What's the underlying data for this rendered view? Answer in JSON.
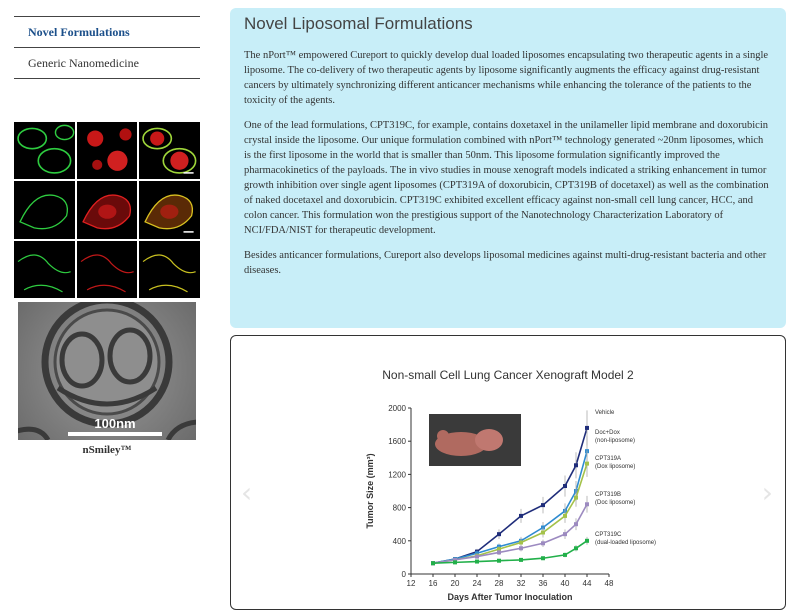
{
  "sidebar": {
    "items": [
      {
        "label": "Novel Formulations",
        "active": true
      },
      {
        "label": "Generic Nanomedicine",
        "active": false
      }
    ],
    "image_caption": "nSmiley™",
    "scale_label": "100nm"
  },
  "main": {
    "title": "Novel Liposomal Formulations",
    "paragraphs": [
      "The nPort™ empowered Cureport to quickly develop dual loaded liposomes encapsulating two therapeutic agents in a single liposome. The co-delivery of two therapeutic agents by liposome significantly augments the efficacy against drug-resistant cancers by ultimately synchronizing different anticancer mechanisms while enhancing the tolerance of the patients to the toxicity of the agents.",
      "One of the lead formulations, CPT319C, for example, contains doxetaxel in the unilameller lipid membrane and doxorubicin crystal inside the liposome. Our unique formulation combined with nPort™ technology generated ~20nm liposomes, which is the first liposome in the world that is smaller than 50nm. This liposome formulation significantly improved the pharmacokinetics of the payloads. The in vivo studies in mouse xenograft models indicated a striking enhancement in tumor growth inhibition over single agent liposomes (CPT319A of doxorubicin, CPT319B of docetaxel) as well as the combination of naked docetaxel and doxorubicin. CPT319C exhibited excellent efficacy against non-small cell lung cancer, HCC, and colon cancer. This formulation won the prestigious support of the Nanotechnology Characterization Laboratory of NCI/FDA/NIST for therapeutic development.",
      "Besides anticancer formulations, Cureport also develops liposomal medicines against multi-drug-resistant bacteria and other diseases."
    ]
  },
  "chart_card": {
    "prev_icon": "chevron-left-icon",
    "next_icon": "chevron-right-icon"
  },
  "chart_data": {
    "type": "line",
    "title": "Non-small Cell Lung Cancer Xenograft Model 2",
    "ylabel": "Tumor Size (mm³)",
    "xlabel": "Days After Tumor Inoculation",
    "xlim": [
      12,
      48
    ],
    "ylim": [
      0,
      2000
    ],
    "x_ticks": [
      12,
      16,
      20,
      24,
      28,
      32,
      36,
      40,
      44,
      48
    ],
    "y_ticks": [
      0,
      400,
      800,
      1200,
      1600,
      2000
    ],
    "series": [
      {
        "name": "Vehicle",
        "color": "#1f2d7a",
        "x": [
          16,
          20,
          24,
          28,
          32,
          36,
          40,
          42,
          44
        ],
        "y": [
          130,
          180,
          270,
          480,
          700,
          830,
          1060,
          1310,
          1760
        ]
      },
      {
        "name": "Doc+Dox (non-liposome)",
        "color": "#2e8bd0",
        "x": [
          16,
          20,
          24,
          28,
          32,
          36,
          40,
          42,
          44
        ],
        "y": [
          130,
          180,
          250,
          330,
          400,
          560,
          760,
          1000,
          1480
        ]
      },
      {
        "name": "CPT319A (Dox liposome)",
        "color": "#a4c24a",
        "x": [
          16,
          20,
          24,
          28,
          32,
          36,
          40,
          42,
          44
        ],
        "y": [
          130,
          170,
          220,
          300,
          380,
          500,
          700,
          920,
          1330
        ]
      },
      {
        "name": "CPT319B (Doc liposome)",
        "color": "#9c8ac0",
        "x": [
          16,
          20,
          24,
          28,
          32,
          36,
          40,
          42,
          44
        ],
        "y": [
          130,
          170,
          210,
          260,
          310,
          370,
          480,
          600,
          840
        ]
      },
      {
        "name": "CPT319C (dual-loaded liposome)",
        "color": "#22b04a",
        "x": [
          16,
          20,
          24,
          28,
          32,
          36,
          40,
          42,
          44
        ],
        "y": [
          130,
          140,
          150,
          160,
          170,
          190,
          230,
          310,
          400
        ]
      }
    ],
    "colors": {
      "info_bg": "#c8eef8",
      "nav_active": "#1b4f8a",
      "micro_green": "#2ecc40",
      "micro_red": "#e02020"
    }
  }
}
